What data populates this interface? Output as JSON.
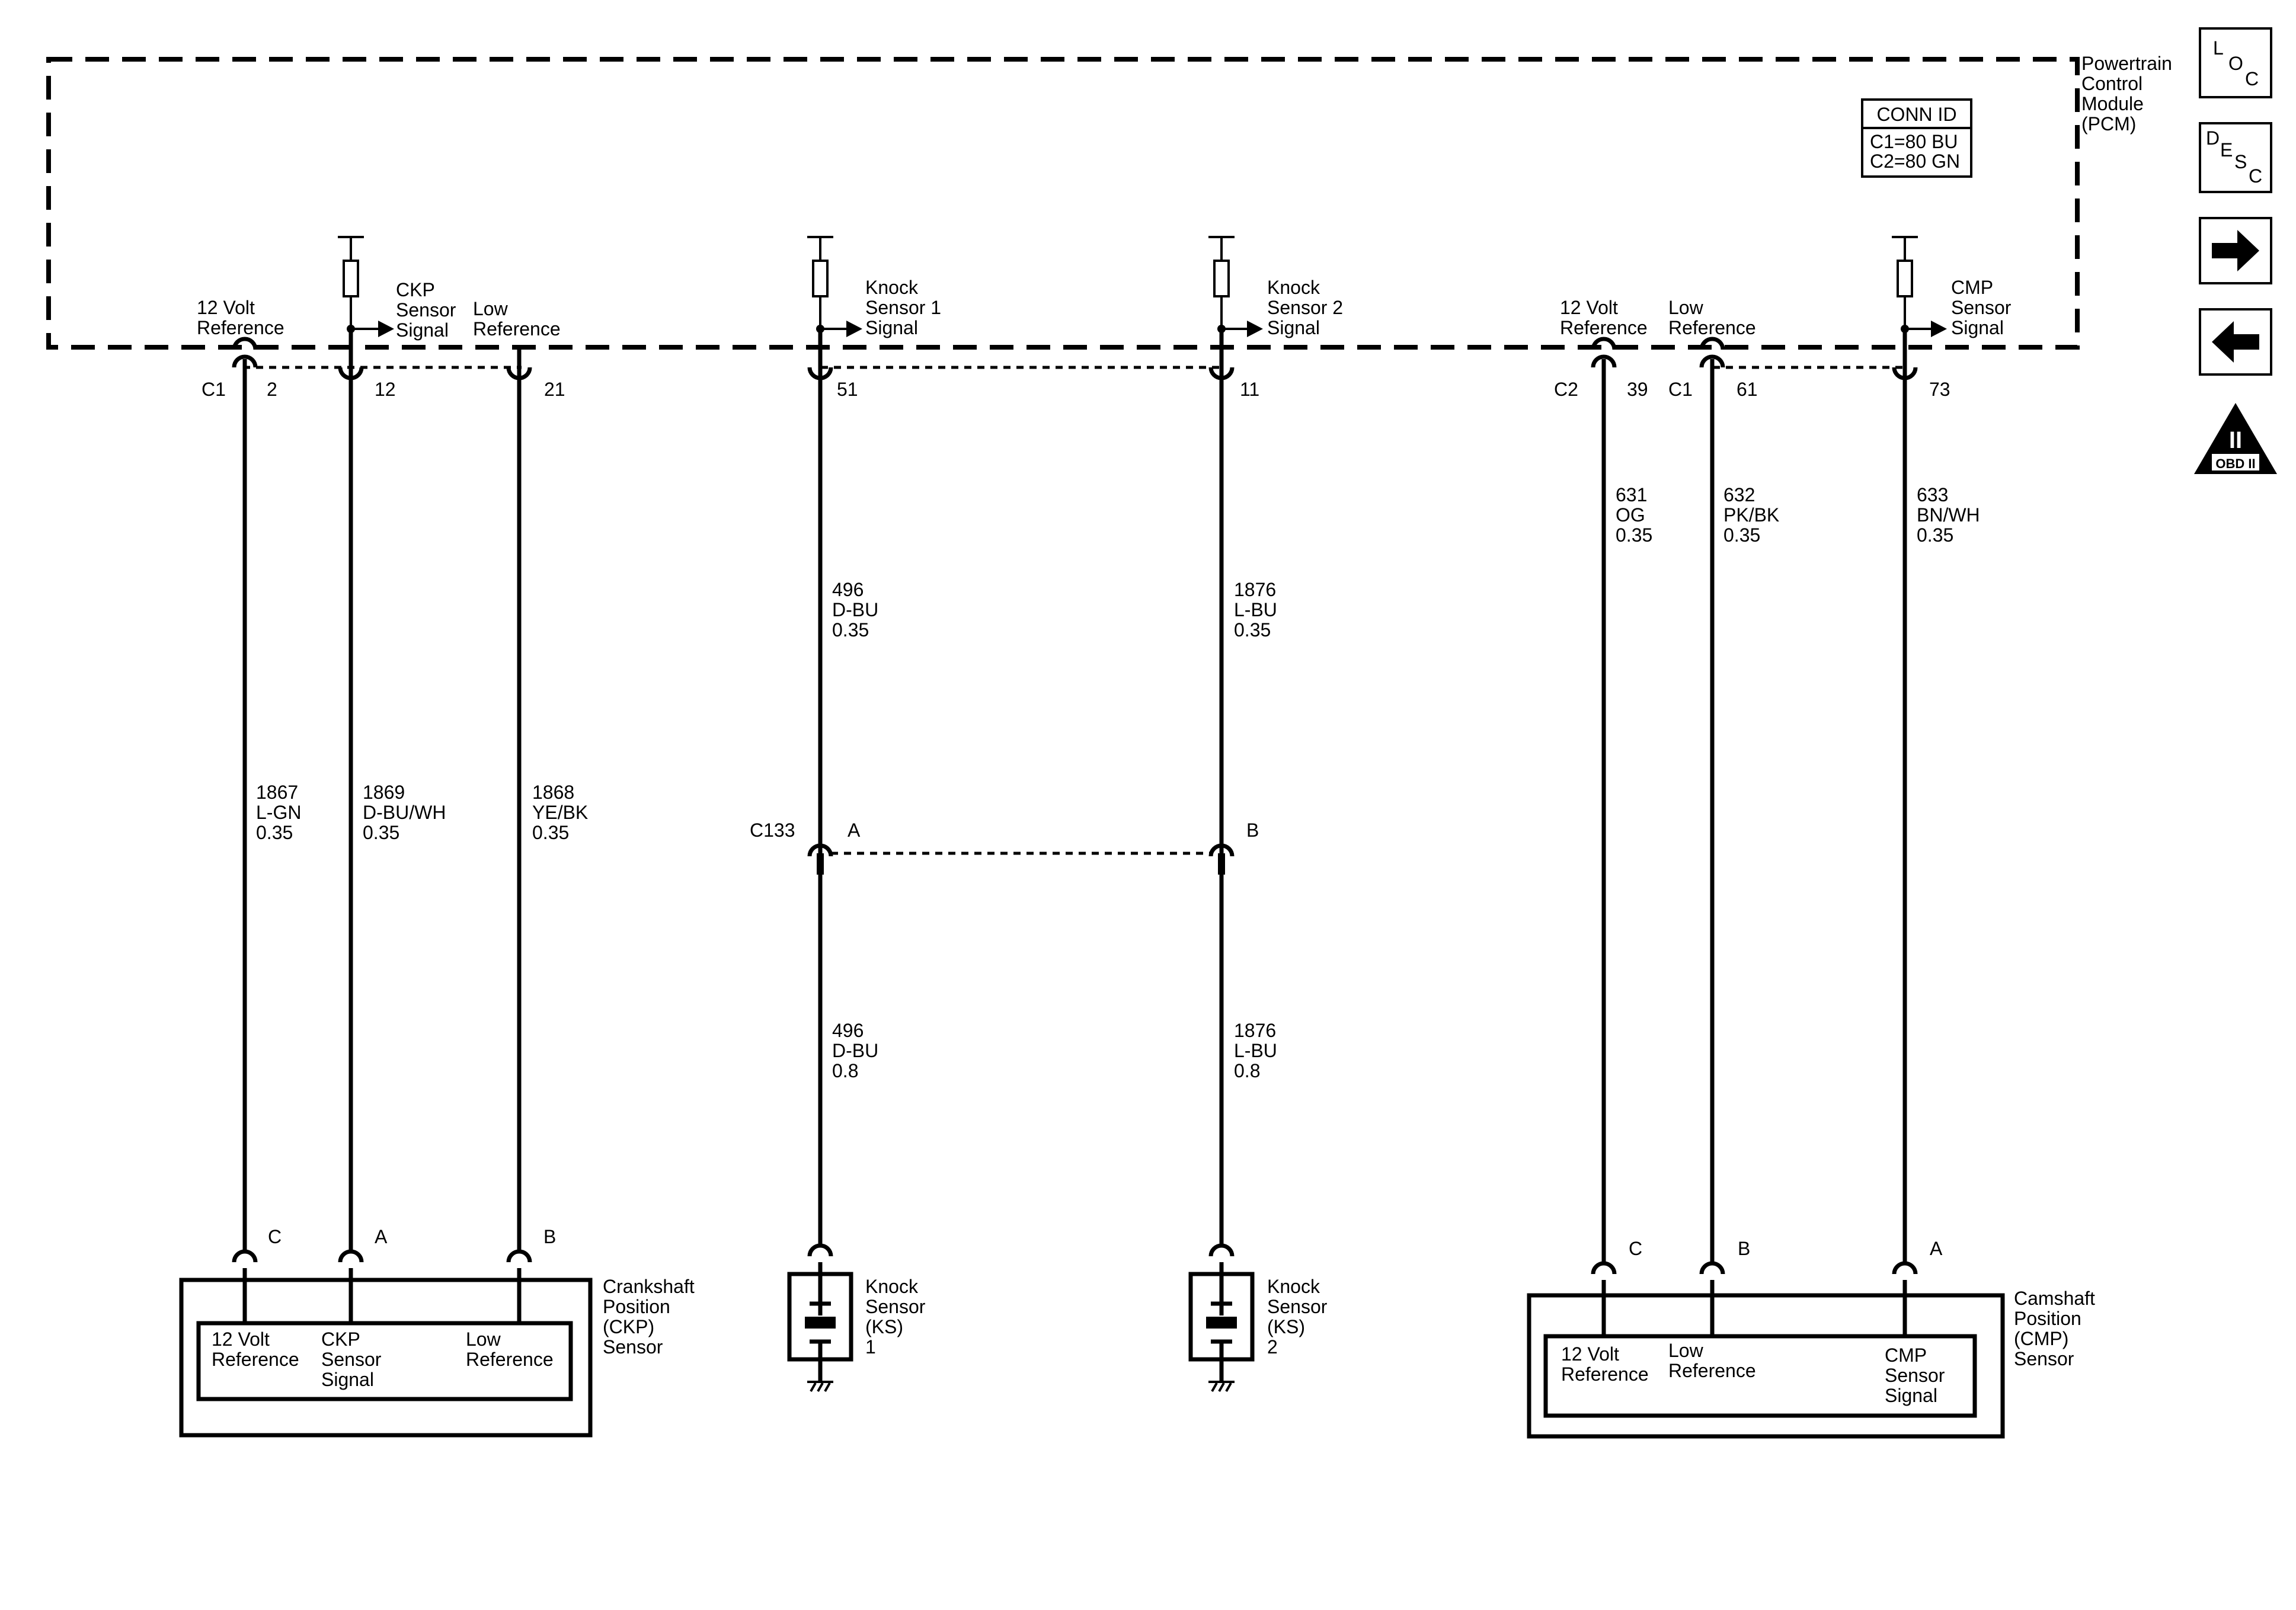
{
  "pcm": {
    "name": [
      "Powertrain",
      "Control",
      "Module",
      "(PCM)"
    ],
    "conn_id": {
      "title": "CONN ID",
      "lines": [
        "C1=80 BU",
        "C2=80 GN"
      ]
    }
  },
  "pcm_circuits": [
    {
      "id": "ckp_12v",
      "label": [
        "12 Volt",
        "Reference"
      ],
      "conn": "C1",
      "pin": "2",
      "wire": [
        "1867",
        "L-GN",
        "0.35"
      ]
    },
    {
      "id": "ckp_sig",
      "label": [
        "CKP",
        "Sensor",
        "Signal"
      ],
      "pin": "12",
      "wire": [
        "1869",
        "D-BU/WH",
        "0.35"
      ]
    },
    {
      "id": "ckp_low",
      "label": [
        "Low",
        "Reference"
      ],
      "pin": "21",
      "wire": [
        "1868",
        "YE/BK",
        "0.35"
      ]
    },
    {
      "id": "ks1",
      "label": [
        "Knock",
        "Sensor 1",
        "Signal"
      ],
      "pin": "51",
      "wire": [
        "496",
        "D-BU",
        "0.35"
      ]
    },
    {
      "id": "ks2",
      "label": [
        "Knock",
        "Sensor 2",
        "Signal"
      ],
      "pin": "11",
      "wire": [
        "1876",
        "L-BU",
        "0.35"
      ]
    },
    {
      "id": "cmp_12v",
      "label": [
        "12 Volt",
        "Reference"
      ],
      "conn": "C2",
      "pin": "39",
      "wire": [
        "631",
        "OG",
        "0.35"
      ]
    },
    {
      "id": "cmp_low",
      "label": [
        "Low",
        "Reference"
      ],
      "conn": "C1",
      "pin": "61",
      "wire": [
        "632",
        "PK/BK",
        "0.35"
      ]
    },
    {
      "id": "cmp_sig",
      "label": [
        "CMP",
        "Sensor",
        "Signal"
      ],
      "pin": "73",
      "wire": [
        "633",
        "BN/WH",
        "0.35"
      ]
    }
  ],
  "c133": {
    "name": "C133",
    "pins": [
      "A",
      "B"
    ],
    "wires_below": [
      [
        "496",
        "D-BU",
        "0.8"
      ],
      [
        "1876",
        "L-BU",
        "0.8"
      ]
    ]
  },
  "ckp_sensor": {
    "name": [
      "Crankshaft",
      "Position",
      "(CKP)",
      "Sensor"
    ],
    "pins": [
      "C",
      "A",
      "B"
    ],
    "terminals": [
      [
        "12 Volt",
        "Reference"
      ],
      [
        "CKP",
        "Sensor",
        "Signal"
      ],
      [
        "Low",
        "Reference"
      ]
    ]
  },
  "knock_sensors": [
    {
      "name": [
        "Knock",
        "Sensor",
        "(KS)",
        "1"
      ]
    },
    {
      "name": [
        "Knock",
        "Sensor",
        "(KS)",
        "2"
      ]
    }
  ],
  "cmp_sensor": {
    "name": [
      "Camshaft",
      "Position",
      "(CMP)",
      "Sensor"
    ],
    "pins": [
      "C",
      "B",
      "A"
    ],
    "terminals": [
      [
        "12 Volt",
        "Reference"
      ],
      [
        "Low",
        "Reference"
      ],
      [
        "CMP",
        "Sensor",
        "Signal"
      ]
    ]
  },
  "side_icons": {
    "loc": [
      "L",
      "O",
      "C"
    ],
    "desc": [
      "D",
      "E",
      "S",
      "C"
    ],
    "obd": {
      "symbol": "II",
      "label": "OBD II"
    }
  }
}
